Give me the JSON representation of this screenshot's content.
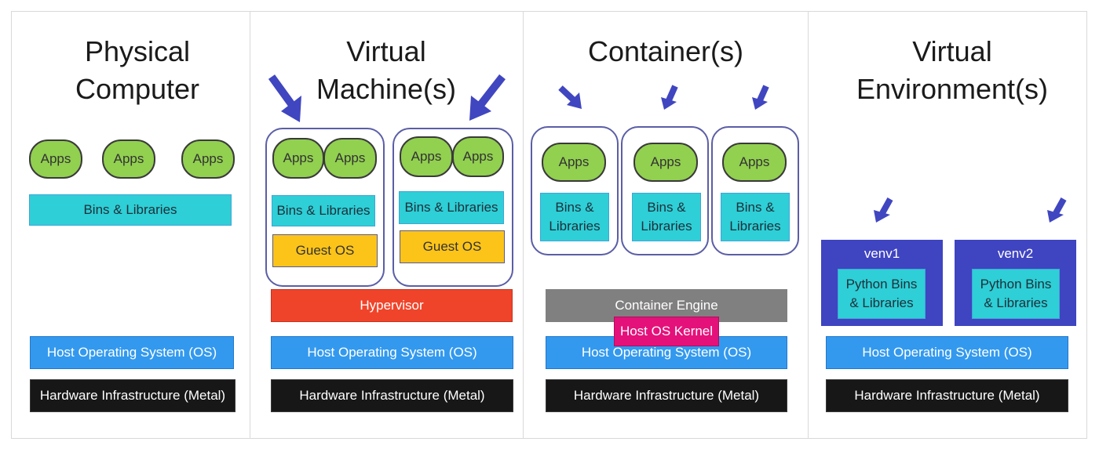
{
  "colors": {
    "apps": "#92d050",
    "bins": "#2ecfd6",
    "guest_os": "#fcc419",
    "hypervisor": "#f0442a",
    "container_engine": "#808080",
    "host_kernel": "#e5117a",
    "host_os": "#3399ee",
    "hardware": "#171717",
    "venv": "#3f44c1",
    "arrow": "#4046c0",
    "group_border": "#5b5ea6"
  },
  "icons": [
    "arrow-icon"
  ],
  "physical": {
    "title": "Physical\nComputer",
    "apps": [
      "Apps",
      "Apps",
      "Apps"
    ],
    "bins": "Bins & Libraries",
    "host_os": "Host Operating System (OS)",
    "hardware": "Hardware Infrastructure (Metal)"
  },
  "vm": {
    "title": "Virtual\nMachine(s)",
    "machines": [
      {
        "apps": [
          "Apps",
          "Apps"
        ],
        "bins": "Bins & Libraries",
        "guest_os": "Guest OS"
      },
      {
        "apps": [
          "Apps",
          "Apps"
        ],
        "bins": "Bins & Libraries",
        "guest_os": "Guest OS"
      }
    ],
    "hypervisor": "Hypervisor",
    "host_os": "Host Operating System (OS)",
    "hardware": "Hardware Infrastructure (Metal)"
  },
  "containers": {
    "title": "Container(s)",
    "items": [
      {
        "apps": "Apps",
        "bins": "Bins &\nLibraries"
      },
      {
        "apps": "Apps",
        "bins": "Bins &\nLibraries"
      },
      {
        "apps": "Apps",
        "bins": "Bins &\nLibraries"
      }
    ],
    "engine": "Container Engine",
    "kernel": "Host OS Kernel",
    "host_os": "Host Operating System (OS)",
    "hardware": "Hardware Infrastructure (Metal)"
  },
  "venv": {
    "title": "Virtual\nEnvironment(s)",
    "envs": [
      {
        "name": "venv1",
        "bins": "Python Bins\n& Libraries"
      },
      {
        "name": "venv2",
        "bins": "Python Bins\n& Libraries"
      }
    ],
    "host_os": "Host Operating System (OS)",
    "hardware": "Hardware Infrastructure (Metal)"
  }
}
